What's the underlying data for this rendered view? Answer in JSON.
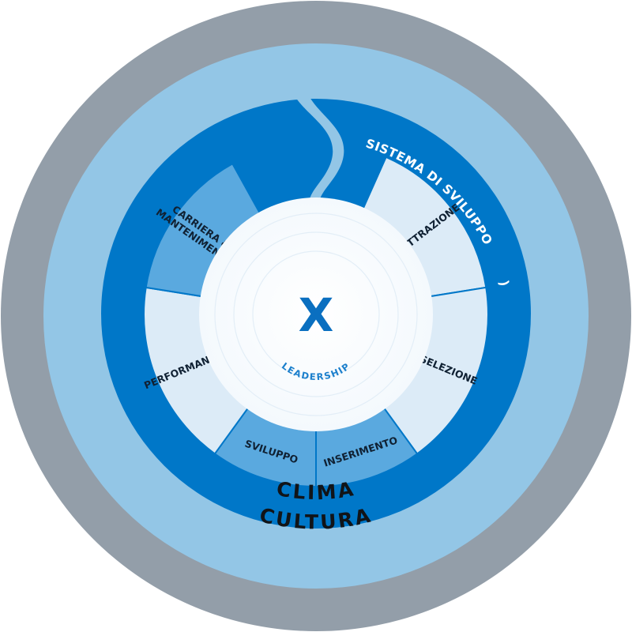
{
  "outer_ring": {
    "label": "CULTURA",
    "color": "#939ea9"
  },
  "middle_ring": {
    "label": "CLIMA",
    "color": "#93c6e6"
  },
  "inner_ring": {
    "label": "SISTEMA DI SVILUPPO",
    "color": "#0077c8"
  },
  "segments": [
    {
      "id": "attrazione",
      "label": "ATTRAZIONE",
      "fill": "#dcebf7"
    },
    {
      "id": "selezione",
      "label": "SELEZIONE",
      "fill": "#dcebf7"
    },
    {
      "id": "inserimento",
      "label": "INSERIMENTO",
      "fill": "#5aa9df"
    },
    {
      "id": "sviluppo",
      "label": "SVILUPPO",
      "fill": "#5aa9df"
    },
    {
      "id": "performance",
      "label": "PERFORMANCE",
      "fill": "#dcebf7"
    },
    {
      "id": "carriera",
      "label": "CARRIERA & MANTENIMENTO",
      "fill": "#5aa9df",
      "lines": [
        "CARRIERA &",
        "MANTENIMENTO"
      ]
    }
  ],
  "center": {
    "logo": "X",
    "label": "LEADERSHIP",
    "logo_color": "#0a6fc0"
  }
}
